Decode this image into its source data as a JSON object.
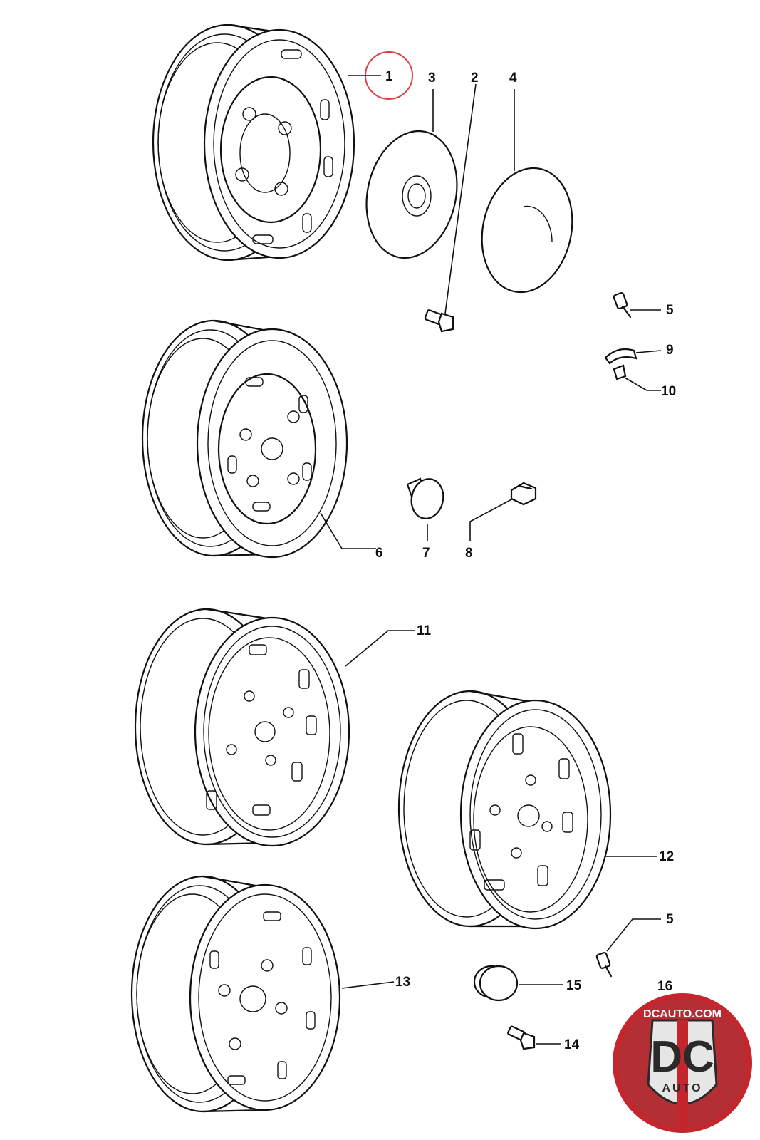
{
  "diagram": {
    "callouts": {
      "c1": "1",
      "c2": "2",
      "c3": "3",
      "c4": "4",
      "c5a": "5",
      "c6": "6",
      "c7": "7",
      "c8": "8",
      "c9": "9",
      "c10": "10",
      "c11": "11",
      "c12": "12",
      "c13": "13",
      "c14": "14",
      "c15": "15",
      "c16": "16",
      "c5b": "5"
    },
    "highlight_color": "#d94040"
  },
  "watermark": {
    "site": "DCAUTO.COM",
    "mark": "DC",
    "sub": "AUTO",
    "colors": {
      "ring": "#c4262e",
      "badge": "#e6e6e6",
      "dark": "#2a2a2a"
    }
  }
}
